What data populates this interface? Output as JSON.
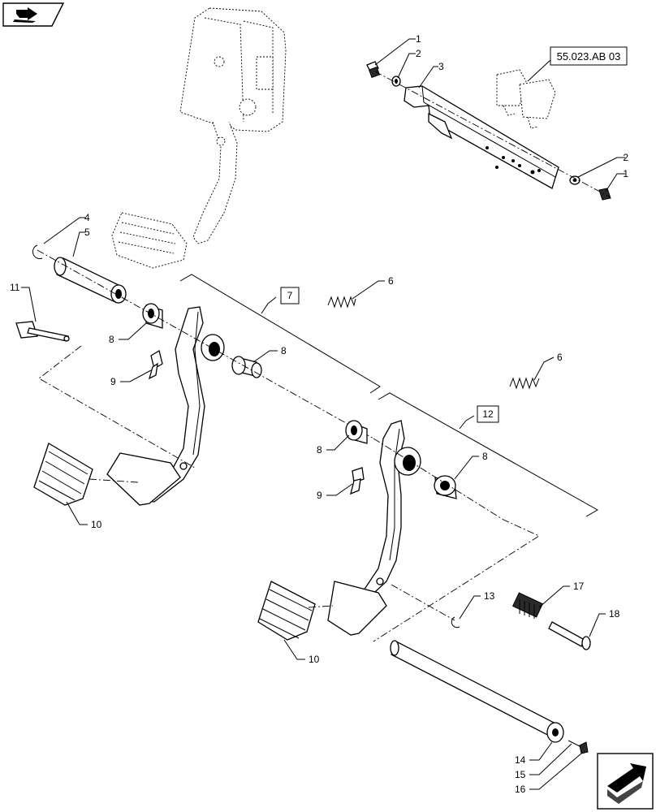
{
  "callouts": [
    "1",
    "2",
    "3",
    "1",
    "2",
    "4",
    "5",
    "11",
    "6",
    "7",
    "8",
    "8",
    "9",
    "6",
    "12",
    "8",
    "8",
    "9",
    "10",
    "10",
    "13",
    "17",
    "18",
    "14",
    "15",
    "16"
  ],
  "reference_box": "55.023.AB 03",
  "icons": {
    "top_left": "back-arrow-icon",
    "bottom_right": "next-page-arrow-icon"
  }
}
